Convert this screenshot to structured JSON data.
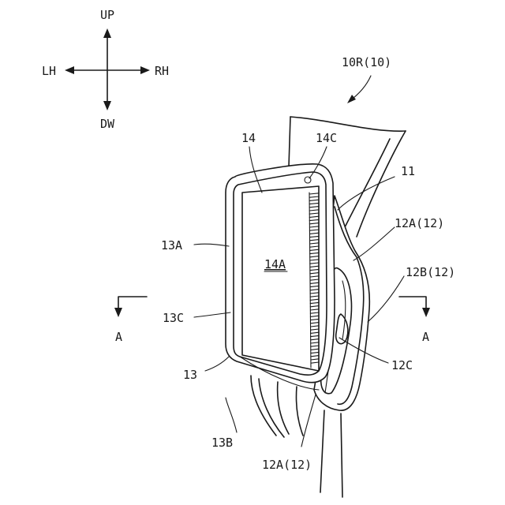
{
  "orientation": {
    "up": "UP",
    "down": "DW",
    "left": "LH",
    "right": "RH"
  },
  "labels": {
    "assembly": "10R(10)",
    "display": "14",
    "display_edge": "14C",
    "display_screen": "14A",
    "bracket": "11",
    "arm_upper": "12A(12)",
    "arm_middle": "12B(12)",
    "arm_pivot": "12C",
    "arm_lower": "12A(12)",
    "frame_outer": "13A",
    "frame_inner": "13C",
    "frame": "13",
    "frame_base": "13B",
    "section_left": "A",
    "section_right": "A"
  }
}
